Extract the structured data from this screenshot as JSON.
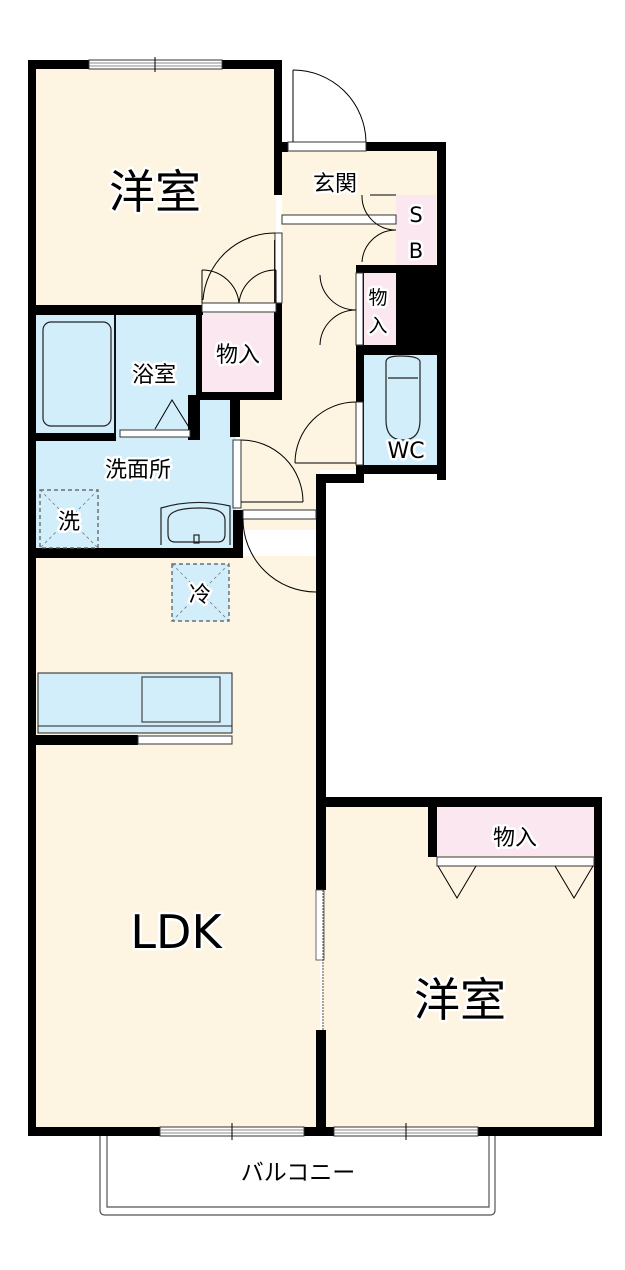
{
  "floorplan": {
    "colors": {
      "floor": "#fdf4e1",
      "wet": "#d2eefb",
      "storage": "#fbe7ef",
      "wall": "#000000",
      "background": "#ffffff"
    },
    "rooms": {
      "western_room_top": {
        "label": "洋室"
      },
      "entrance": {
        "label": "玄関"
      },
      "shoe_box": {
        "label_s": "S",
        "label_b": "B"
      },
      "closet_hall": {
        "label": "物入"
      },
      "closet_small_1": "物",
      "closet_small_2": "入",
      "bathroom": {
        "label": "浴室"
      },
      "washroom": {
        "label": "洗面所"
      },
      "washer_space": {
        "label": "洗"
      },
      "fridge_space": {
        "label": "冷"
      },
      "toilet": {
        "label": "WC"
      },
      "ldk": {
        "label": "LDK"
      },
      "western_room_bottom": {
        "label": "洋室"
      },
      "closet_bottom": {
        "label": "物入"
      },
      "balcony": {
        "label": "バルコニー"
      }
    }
  }
}
